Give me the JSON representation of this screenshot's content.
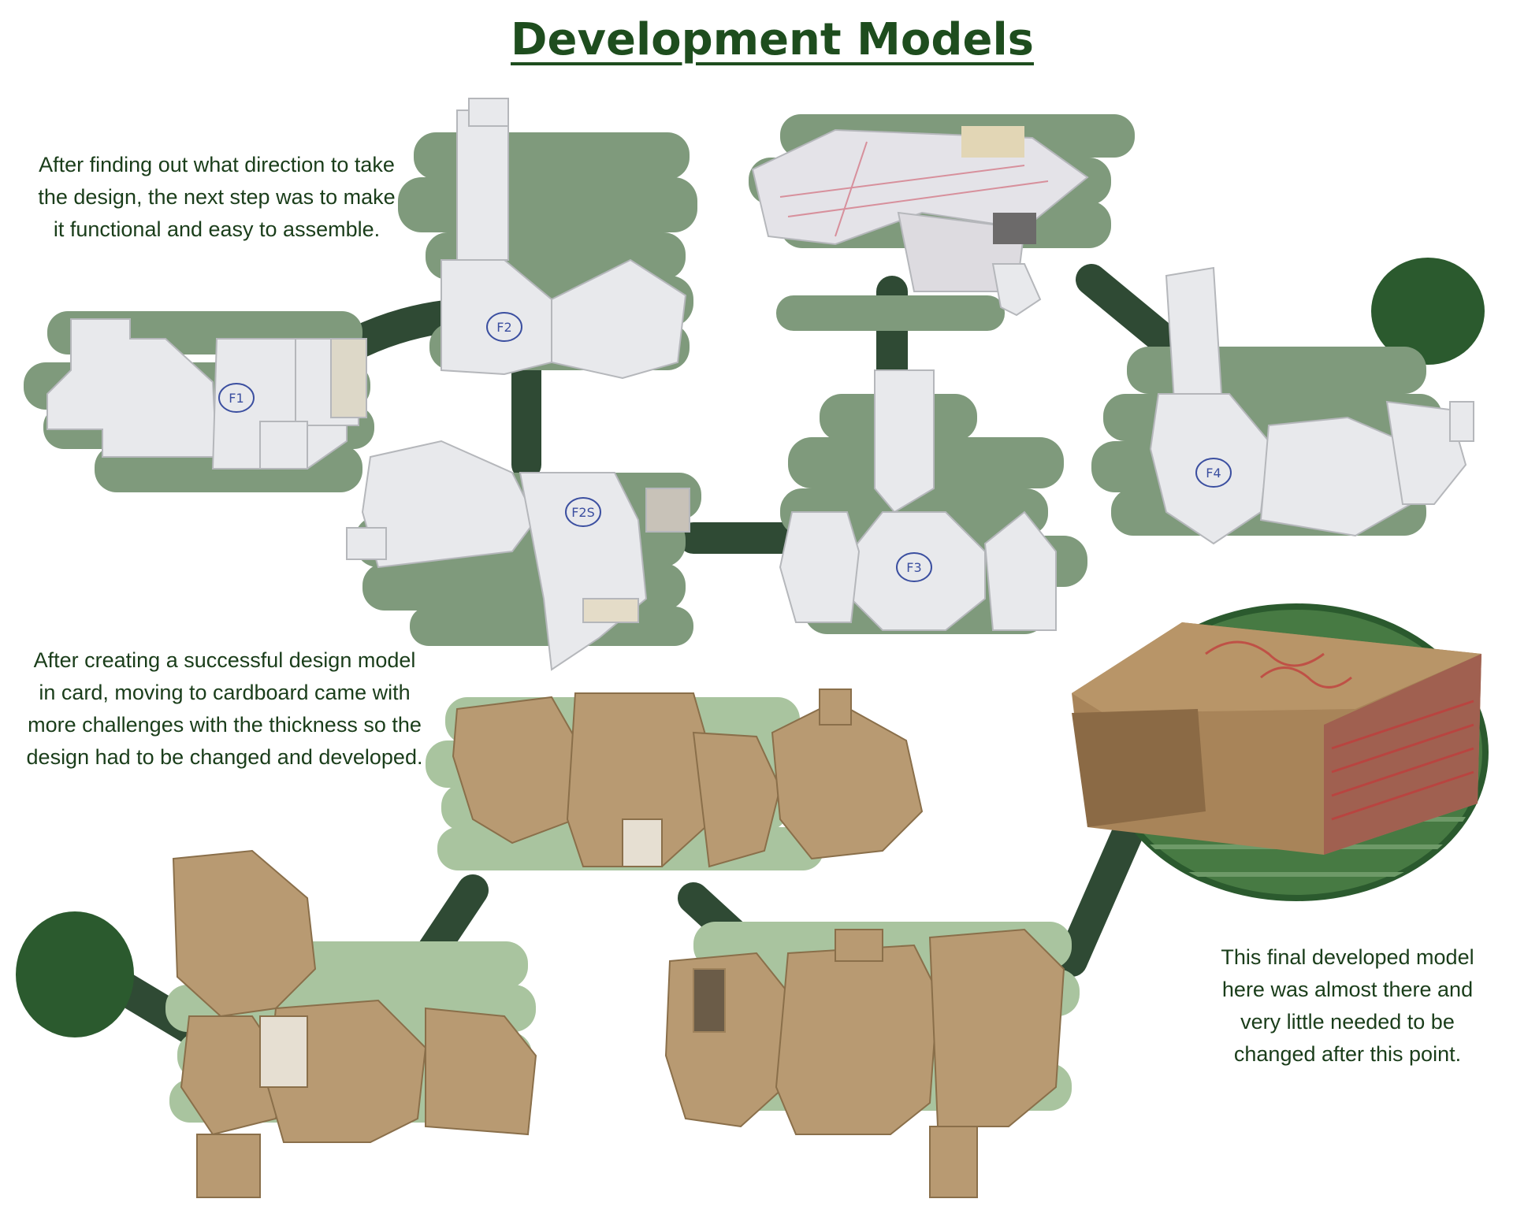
{
  "page": {
    "title": "Development Models",
    "captions": {
      "card_models": "After finding out what direction to take the design, the next step was to make it functional and easy to assemble.",
      "cardboard_models": "After creating a successful design model in card, moving to cardboard came with more challenges with the thickness so the design had to be changed and developed.",
      "final_model": "This final developed model here was almost there and very little needed to be changed after this point."
    }
  },
  "models": {
    "labels": [
      "F1",
      "F2",
      "F2S",
      "F3",
      "F4"
    ],
    "card_color": "#e8e9ec",
    "cardboard_color": "#b89a72"
  },
  "colors": {
    "title": "#1e4d1e",
    "caption": "#1a3d1a",
    "path": "#2f4a34",
    "tree": "#2b5a2e",
    "brush_dark": "#7f9a7c",
    "brush_light": "#a9c49f"
  }
}
